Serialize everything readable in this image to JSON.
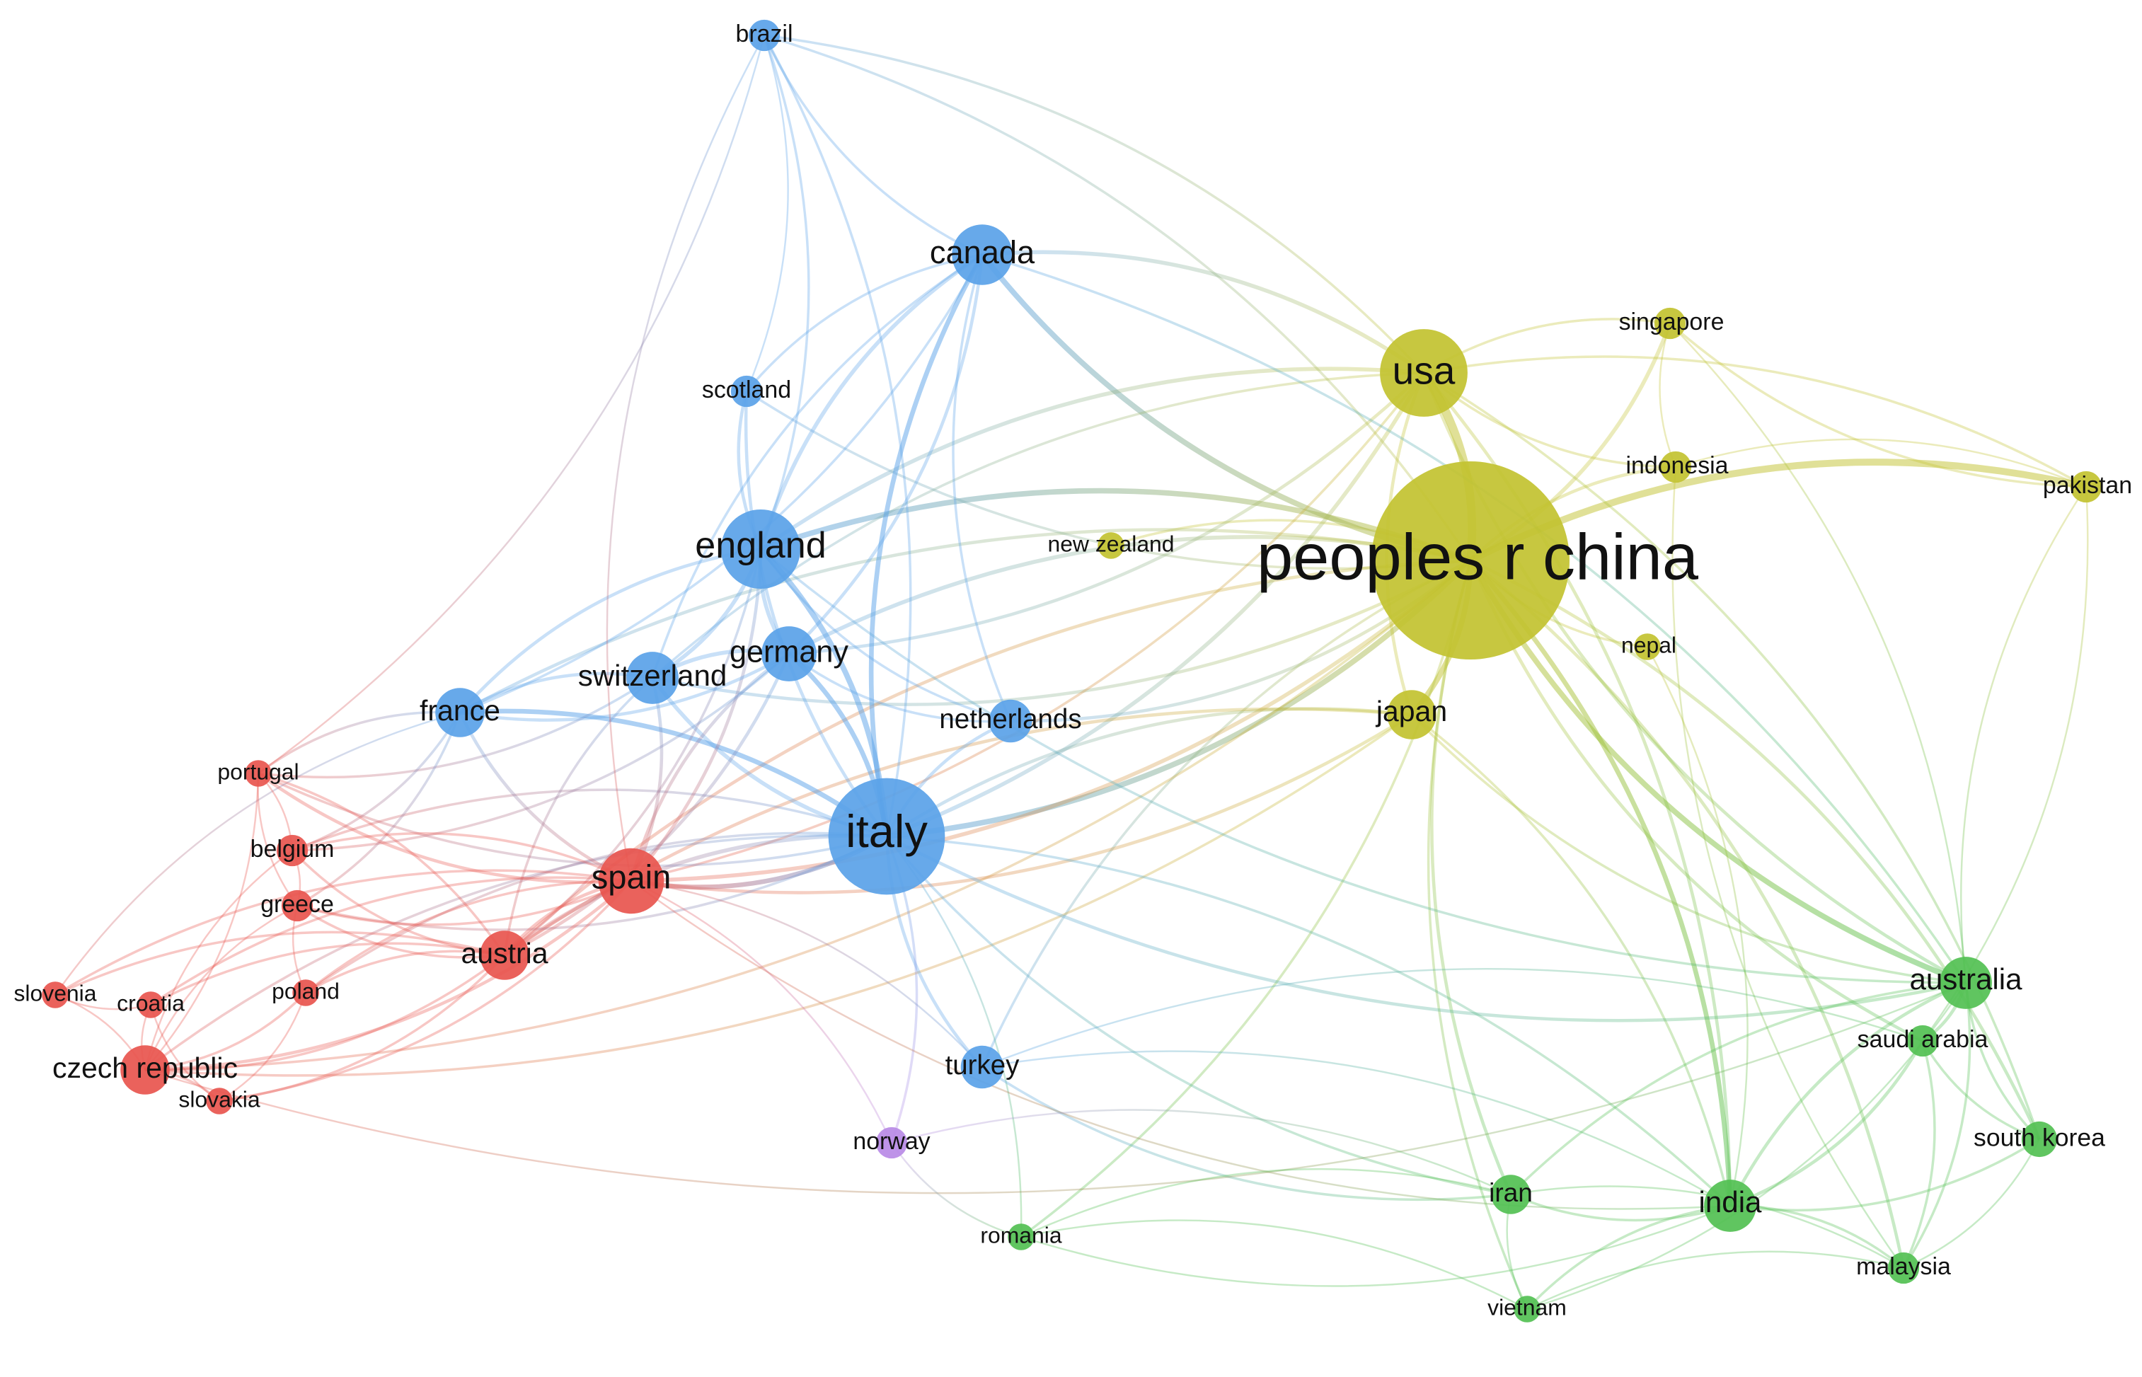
{
  "clusters": {
    "red": "#e8554e",
    "blue": "#5aa2e8",
    "yellow": "#c2c230",
    "green": "#52c052",
    "purple": "#b88ae6"
  },
  "nodes": [
    {
      "id": "peoples r china",
      "cluster": "yellow",
      "weight": 100
    },
    {
      "id": "usa",
      "cluster": "yellow",
      "weight": 24
    },
    {
      "id": "japan",
      "cluster": "yellow",
      "weight": 8
    },
    {
      "id": "singapore",
      "cluster": "yellow",
      "weight": 3
    },
    {
      "id": "indonesia",
      "cluster": "yellow",
      "weight": 3
    },
    {
      "id": "nepal",
      "cluster": "yellow",
      "weight": 2
    },
    {
      "id": "pakistan",
      "cluster": "yellow",
      "weight": 3
    },
    {
      "id": "new zealand",
      "cluster": "yellow",
      "weight": 2
    },
    {
      "id": "italy",
      "cluster": "blue",
      "weight": 40
    },
    {
      "id": "england",
      "cluster": "blue",
      "weight": 20
    },
    {
      "id": "canada",
      "cluster": "blue",
      "weight": 12
    },
    {
      "id": "germany",
      "cluster": "blue",
      "weight": 10
    },
    {
      "id": "switzerland",
      "cluster": "blue",
      "weight": 9
    },
    {
      "id": "france",
      "cluster": "blue",
      "weight": 8
    },
    {
      "id": "netherlands",
      "cluster": "blue",
      "weight": 6
    },
    {
      "id": "turkey",
      "cluster": "blue",
      "weight": 6
    },
    {
      "id": "scotland",
      "cluster": "blue",
      "weight": 3
    },
    {
      "id": "brazil",
      "cluster": "blue",
      "weight": 3
    },
    {
      "id": "spain",
      "cluster": "red",
      "weight": 14
    },
    {
      "id": "austria",
      "cluster": "red",
      "weight": 8
    },
    {
      "id": "czech republic",
      "cluster": "red",
      "weight": 8
    },
    {
      "id": "portugal",
      "cluster": "red",
      "weight": 2
    },
    {
      "id": "belgium",
      "cluster": "red",
      "weight": 3
    },
    {
      "id": "greece",
      "cluster": "red",
      "weight": 3
    },
    {
      "id": "poland",
      "cluster": "red",
      "weight": 2
    },
    {
      "id": "croatia",
      "cluster": "red",
      "weight": 2
    },
    {
      "id": "slovenia",
      "cluster": "red",
      "weight": 2
    },
    {
      "id": "slovakia",
      "cluster": "red",
      "weight": 2
    },
    {
      "id": "australia",
      "cluster": "green",
      "weight": 9
    },
    {
      "id": "india",
      "cluster": "green",
      "weight": 9
    },
    {
      "id": "iran",
      "cluster": "green",
      "weight": 5
    },
    {
      "id": "south korea",
      "cluster": "green",
      "weight": 4
    },
    {
      "id": "saudi arabia",
      "cluster": "green",
      "weight": 3
    },
    {
      "id": "malaysia",
      "cluster": "green",
      "weight": 3
    },
    {
      "id": "vietnam",
      "cluster": "green",
      "weight": 2
    },
    {
      "id": "romania",
      "cluster": "green",
      "weight": 2
    },
    {
      "id": "norway",
      "cluster": "purple",
      "weight": 3
    }
  ],
  "edges": [
    [
      "peoples r china",
      "usa",
      10
    ],
    [
      "peoples r china",
      "japan",
      6
    ],
    [
      "peoples r china",
      "singapore",
      4
    ],
    [
      "peoples r china",
      "indonesia",
      3
    ],
    [
      "peoples r china",
      "nepal",
      2
    ],
    [
      "peoples r china",
      "pakistan",
      8
    ],
    [
      "peoples r china",
      "new zealand",
      2
    ],
    [
      "peoples r china",
      "italy",
      6
    ],
    [
      "peoples r china",
      "england",
      6
    ],
    [
      "peoples r china",
      "canada",
      6
    ],
    [
      "peoples r china",
      "germany",
      4
    ],
    [
      "peoples r china",
      "switzerland",
      3
    ],
    [
      "peoples r china",
      "france",
      3
    ],
    [
      "peoples r china",
      "netherlands",
      3
    ],
    [
      "peoples r china",
      "turkey",
      2
    ],
    [
      "peoples r china",
      "spain",
      4
    ],
    [
      "peoples r china",
      "austria",
      3
    ],
    [
      "peoples r china",
      "czech republic",
      2
    ],
    [
      "peoples r china",
      "australia",
      6
    ],
    [
      "peoples r china",
      "india",
      5
    ],
    [
      "peoples r china",
      "iran",
      3
    ],
    [
      "peoples r china",
      "south korea",
      3
    ],
    [
      "peoples r china",
      "saudi arabia",
      3
    ],
    [
      "peoples r china",
      "malaysia",
      3
    ],
    [
      "peoples r china",
      "vietnam",
      2
    ],
    [
      "peoples r china",
      "romania",
      2
    ],
    [
      "peoples r china",
      "brazil",
      2
    ],
    [
      "peoples r china",
      "scotland",
      2
    ],
    [
      "usa",
      "canada",
      4
    ],
    [
      "usa",
      "italy",
      4
    ],
    [
      "usa",
      "england",
      4
    ],
    [
      "usa",
      "germany",
      3
    ],
    [
      "usa",
      "japan",
      3
    ],
    [
      "usa",
      "singapore",
      2
    ],
    [
      "usa",
      "indonesia",
      2
    ],
    [
      "usa",
      "pakistan",
      2
    ],
    [
      "usa",
      "australia",
      3
    ],
    [
      "usa",
      "india",
      3
    ],
    [
      "usa",
      "brazil",
      2
    ],
    [
      "usa",
      "spain",
      2
    ],
    [
      "usa",
      "switzerland",
      2
    ],
    [
      "usa",
      "south korea",
      2
    ],
    [
      "japan",
      "italy",
      3
    ],
    [
      "japan",
      "spain",
      3
    ],
    [
      "japan",
      "austria",
      3
    ],
    [
      "japan",
      "india",
      2
    ],
    [
      "japan",
      "australia",
      2
    ],
    [
      "japan",
      "czech republic",
      2
    ],
    [
      "singapore",
      "pakistan",
      2
    ],
    [
      "singapore",
      "australia",
      1
    ],
    [
      "singapore",
      "indonesia",
      1
    ],
    [
      "indonesia",
      "pakistan",
      1
    ],
    [
      "indonesia",
      "malaysia",
      1
    ],
    [
      "pakistan",
      "saudi arabia",
      1
    ],
    [
      "pakistan",
      "australia",
      1
    ],
    [
      "nepal",
      "india",
      1
    ],
    [
      "italy",
      "england",
      6
    ],
    [
      "italy",
      "canada",
      5
    ],
    [
      "italy",
      "germany",
      5
    ],
    [
      "italy",
      "switzerland",
      4
    ],
    [
      "italy",
      "france",
      5
    ],
    [
      "italy",
      "netherlands",
      3
    ],
    [
      "italy",
      "turkey",
      3
    ],
    [
      "italy",
      "spain",
      5
    ],
    [
      "italy",
      "austria",
      4
    ],
    [
      "italy",
      "scotland",
      3
    ],
    [
      "italy",
      "brazil",
      2
    ],
    [
      "italy",
      "norway",
      2
    ],
    [
      "italy",
      "australia",
      3
    ],
    [
      "italy",
      "india",
      2
    ],
    [
      "italy",
      "iran",
      2
    ],
    [
      "italy",
      "greece",
      2
    ],
    [
      "italy",
      "belgium",
      2
    ],
    [
      "italy",
      "portugal",
      2
    ],
    [
      "italy",
      "czech republic",
      2
    ],
    [
      "italy",
      "romania",
      1
    ],
    [
      "italy",
      "poland",
      2
    ],
    [
      "england",
      "canada",
      4
    ],
    [
      "england",
      "germany",
      4
    ],
    [
      "england",
      "switzerland",
      4
    ],
    [
      "england",
      "france",
      3
    ],
    [
      "england",
      "scotland",
      3
    ],
    [
      "england",
      "netherlands",
      2
    ],
    [
      "england",
      "spain",
      3
    ],
    [
      "england",
      "brazil",
      2
    ],
    [
      "england",
      "austria",
      2
    ],
    [
      "england",
      "australia",
      2
    ],
    [
      "canada",
      "germany",
      3
    ],
    [
      "canada",
      "switzerland",
      2
    ],
    [
      "canada",
      "brazil",
      2
    ],
    [
      "canada",
      "netherlands",
      2
    ],
    [
      "canada",
      "france",
      2
    ],
    [
      "canada",
      "scotland",
      2
    ],
    [
      "canada",
      "australia",
      2
    ],
    [
      "germany",
      "switzerland",
      4
    ],
    [
      "germany",
      "france",
      3
    ],
    [
      "germany",
      "spain",
      3
    ],
    [
      "germany",
      "austria",
      3
    ],
    [
      "germany",
      "netherlands",
      2
    ],
    [
      "germany",
      "belgium",
      2
    ],
    [
      "switzerland",
      "france",
      3
    ],
    [
      "switzerland",
      "spain",
      3
    ],
    [
      "switzerland",
      "austria",
      2
    ],
    [
      "switzerland",
      "portugal",
      2
    ],
    [
      "france",
      "spain",
      3
    ],
    [
      "france",
      "belgium",
      2
    ],
    [
      "france",
      "portugal",
      2
    ],
    [
      "france",
      "greece",
      2
    ],
    [
      "france",
      "slovenia",
      1
    ],
    [
      "brazil",
      "scotland",
      1
    ],
    [
      "brazil",
      "spain",
      1
    ],
    [
      "brazil",
      "portugal",
      1
    ],
    [
      "turkey",
      "iran",
      2
    ],
    [
      "turkey",
      "india",
      1
    ],
    [
      "turkey",
      "spain",
      1
    ],
    [
      "turkey",
      "saudi arabia",
      1
    ],
    [
      "spain",
      "austria",
      3
    ],
    [
      "spain",
      "portugal",
      3
    ],
    [
      "spain",
      "belgium",
      2
    ],
    [
      "spain",
      "greece",
      2
    ],
    [
      "spain",
      "poland",
      2
    ],
    [
      "spain",
      "czech republic",
      3
    ],
    [
      "spain",
      "croatia",
      2
    ],
    [
      "spain",
      "slovakia",
      2
    ],
    [
      "spain",
      "slovenia",
      2
    ],
    [
      "spain",
      "norway",
      1
    ],
    [
      "spain",
      "india",
      1
    ],
    [
      "austria",
      "czech republic",
      2
    ],
    [
      "austria",
      "poland",
      2
    ],
    [
      "austria",
      "greece",
      2
    ],
    [
      "austria",
      "croatia",
      2
    ],
    [
      "austria",
      "slovakia",
      2
    ],
    [
      "austria",
      "slovenia",
      2
    ],
    [
      "austria",
      "belgium",
      2
    ],
    [
      "austria",
      "portugal",
      2
    ],
    [
      "czech republic",
      "slovakia",
      2
    ],
    [
      "czech republic",
      "poland",
      2
    ],
    [
      "czech republic",
      "croatia",
      1
    ],
    [
      "czech republic",
      "slovenia",
      1
    ],
    [
      "czech republic",
      "greece",
      1
    ],
    [
      "czech republic",
      "portugal",
      1
    ],
    [
      "czech republic",
      "belgium",
      1
    ],
    [
      "czech republic",
      "australia",
      1
    ],
    [
      "portugal",
      "belgium",
      1
    ],
    [
      "portugal",
      "greece",
      1
    ],
    [
      "belgium",
      "greece",
      1
    ],
    [
      "greece",
      "poland",
      1
    ],
    [
      "croatia",
      "slovenia",
      1
    ],
    [
      "croatia",
      "slovakia",
      1
    ],
    [
      "poland",
      "slovakia",
      1
    ],
    [
      "norway",
      "romania",
      1
    ],
    [
      "norway",
      "iran",
      1
    ],
    [
      "australia",
      "india",
      3
    ],
    [
      "australia",
      "saudi arabia",
      3
    ],
    [
      "australia",
      "south korea",
      2
    ],
    [
      "australia",
      "malaysia",
      2
    ],
    [
      "australia",
      "iran",
      2
    ],
    [
      "australia",
      "vietnam",
      1
    ],
    [
      "india",
      "saudi arabia",
      3
    ],
    [
      "india",
      "malaysia",
      2
    ],
    [
      "india",
      "vietnam",
      2
    ],
    [
      "india",
      "iran",
      2
    ],
    [
      "india",
      "south korea",
      2
    ],
    [
      "india",
      "romania",
      1
    ],
    [
      "iran",
      "vietnam",
      1
    ],
    [
      "iran",
      "malaysia",
      1
    ],
    [
      "iran",
      "romania",
      1
    ],
    [
      "saudi arabia",
      "malaysia",
      2
    ],
    [
      "saudi arabia",
      "south korea",
      2
    ],
    [
      "south korea",
      "malaysia",
      1
    ],
    [
      "malaysia",
      "vietnam",
      1
    ],
    [
      "romania",
      "vietnam",
      1
    ]
  ]
}
